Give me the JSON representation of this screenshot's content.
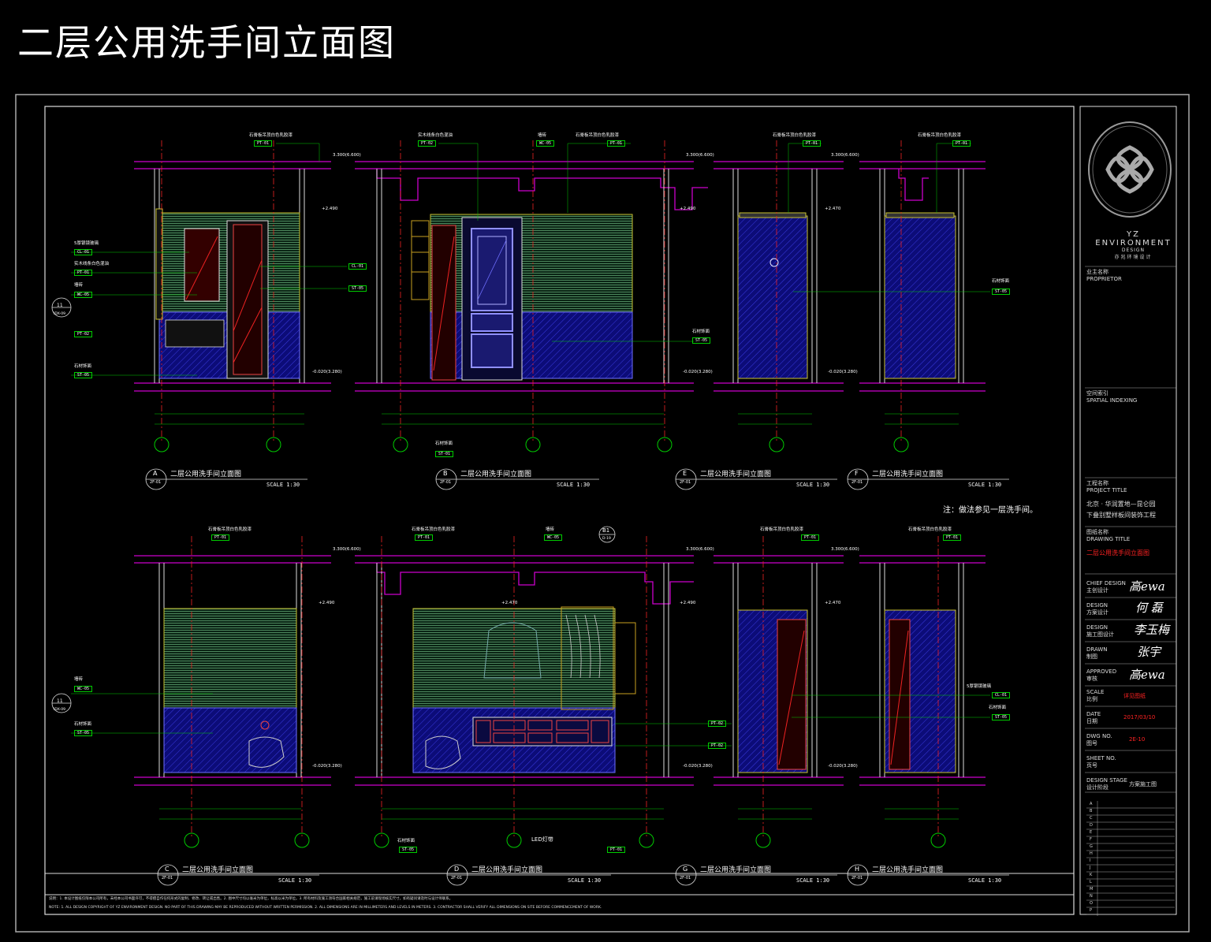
{
  "title": "二层公用洗手间立面图",
  "note": "注：做法参见一层洗手间。",
  "logo": {
    "brand": "YZ ENVIRONMENT",
    "sub": "DESIGN",
    "sub_cn": "亦兆环境设计"
  },
  "title_block": {
    "proprietor_cn": "业主名称",
    "proprietor": "PROPRIETOR",
    "spatial_cn": "空间索引",
    "spatial": "SPATIAL INDEXING",
    "project_cn": "工程名称",
    "project": "PROJECT TITLE",
    "project_name1": "北京 · 华润置地—昆仑园",
    "project_name2": "下叠别墅样板间装饰工程",
    "drawing_cn": "图纸名称",
    "drawing": "DRAWING TITLE",
    "drawing_name": "二层公用洗手间立面图",
    "chief_label": "CHIEF DESIGN",
    "chief_cn": "主创设计",
    "design_label": "DESIGN",
    "design_cn": "方案设计",
    "design_label2": "DESIGN",
    "design_cn2": "施工图设计",
    "drawn_label": "DRAWN",
    "drawn_cn": "制图",
    "approved_label": "APPROVED",
    "approved_cn": "审核",
    "scale_label": "SCALE",
    "scale_cn": "比例",
    "scale_val": "详见图纸",
    "date_label": "DATE",
    "date_cn": "日期",
    "date_val": "2017/03/10",
    "dwg_label": "DWG NO.",
    "dwg_cn": "图号",
    "dwg_val": "2E-10",
    "sheet_label": "SHEET NO.",
    "sheet_cn": "页号",
    "stage_label": "DESIGN STAGE",
    "stage_cn": "设计阶段",
    "stage_val": "方案施工图",
    "sig_chief": "高ewa",
    "sig_design": "何 磊",
    "sig_design2": "李玉梅",
    "sig_drawn": "张宇",
    "sig_approved": "高ewa",
    "rev_rows": [
      "A",
      "B",
      "C",
      "D",
      "E",
      "F",
      "G",
      "H",
      "I",
      "J",
      "K",
      "L",
      "M",
      "N",
      "O",
      "P"
    ]
  },
  "views": [
    {
      "letter": "A",
      "ref": "2F-01",
      "title": "二层公用洗手间立面图",
      "scale": "SCALE  1:30"
    },
    {
      "letter": "B",
      "ref": "2F-01",
      "title": "二层公用洗手间立面图",
      "scale": "SCALE  1:30"
    },
    {
      "letter": "E",
      "ref": "2F-01",
      "title": "二层公用洗手间立面图",
      "scale": "SCALE  1:30"
    },
    {
      "letter": "F",
      "ref": "2F-01",
      "title": "二层公用洗手间立面图",
      "scale": "SCALE  1:30"
    },
    {
      "letter": "C",
      "ref": "2F-01",
      "title": "二层公用洗手间立面图",
      "scale": "SCALE  1:30"
    },
    {
      "letter": "D",
      "ref": "2F-01",
      "title": "二层公用洗手间立面图",
      "scale": "SCALE  1:30"
    },
    {
      "letter": "G",
      "ref": "2F-01",
      "title": "二层公用洗手间立面图",
      "scale": "SCALE  1:30"
    },
    {
      "letter": "H",
      "ref": "2F-01",
      "title": "二层公用洗手间立面图",
      "scale": "SCALE  1:30"
    }
  ],
  "annotations": {
    "ceiling_paint": "石膏板吊顶白色乳胶漆",
    "p1": "PT-01",
    "p2": "PT-02",
    "wc05": "WC-05",
    "st05": "ST-05",
    "st01": "ST-01",
    "cl01": "CL-01",
    "mirror": "5厚银镜玻璃",
    "wood_paint": "实木线条白色混油",
    "tile": "墙砖",
    "stone": "石材饰面",
    "lvl_top": "3.300(6.600)",
    "lvl_247": "+2.470",
    "lvl_249": "+2.490",
    "lvl_floor": "-0.020(3.280)",
    "led": "LED灯带",
    "b1": "B1",
    "b1ref": "D-19",
    "idx": "11",
    "idxref": "IDX-09"
  },
  "footnote1": "说明：1. 本设计图纸仅限本公司所有，未经本公司书面许可，不得擅自作任何形式的复制、修改、转让或出售。2. 图中尺寸均以毫米为单位，标高以米为单位。3. 所有材料及施工须符合国家相关规范，施工前请现场核实尺寸，如有疑问请及时与设计师联系。",
  "footnote2": "NOTE: 1. ALL DESIGN COPYRIGHT OF YZ ENVIRONMENT DESIGN. NO PART OF THIS DRAWING MAY BE REPRODUCED WITHOUT WRITTEN PERMISSION. 2. ALL DIMENSIONS ARE IN MILLIMETERS AND LEVELS IN METERS. 3. CONTRACTOR SHALL VERIFY ALL DIMENSIONS ON SITE BEFORE COMMENCEMENT OF WORK."
}
